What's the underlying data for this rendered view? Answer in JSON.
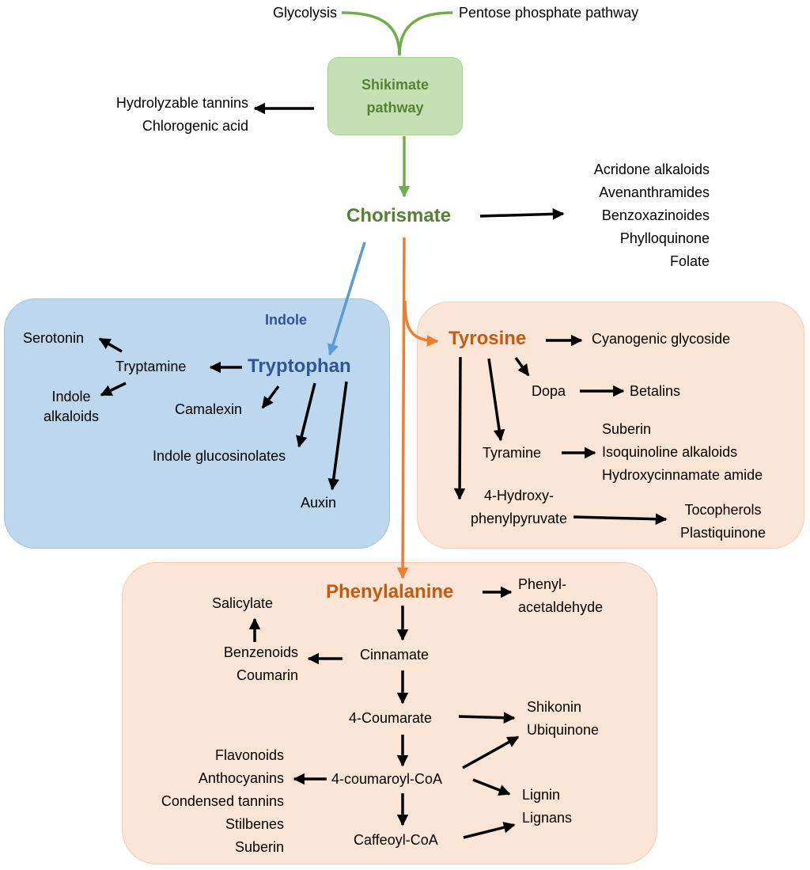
{
  "inputs": {
    "glycolysis": "Glycolysis",
    "pentose": "Pentose phosphate pathway"
  },
  "shikimate": {
    "line1": "Shikimate",
    "line2": "pathway",
    "side_products": [
      "Hydrolyzable tannins",
      "Chlorogenic acid"
    ]
  },
  "chorismate": {
    "label": "Chorismate",
    "products": [
      "Acridone alkaloids",
      "Avenanthramides",
      "Benzoxazinoides",
      "Phylloquinone",
      "Folate"
    ]
  },
  "tryptophan": {
    "label": "Tryptophan",
    "precursor": "Indole",
    "tryptamine": "Tryptamine",
    "serotonin": "Serotonin",
    "indole_alkaloids": [
      "Indole",
      "alkaloids"
    ],
    "camalexin": "Camalexin",
    "indole_glucosinolates": "Indole glucosinolates",
    "auxin": "Auxin"
  },
  "tyrosine": {
    "label": "Tyrosine",
    "cyanogenic": "Cyanogenic glycoside",
    "dopa": "Dopa",
    "betalins": "Betalins",
    "tyramine": "Tyramine",
    "tyramine_products": [
      "Suberin",
      "Isoquinoline alkaloids",
      "Hydroxycinnamate amide"
    ],
    "hpp": [
      "4-Hydroxy-",
      "phenylpyruvate"
    ],
    "hpp_products": [
      "Tocopherols",
      "Plastiquinone"
    ]
  },
  "phenylalanine": {
    "label": "Phenylalanine",
    "phenylacetaldehyde": [
      "Phenyl-",
      "acetaldehyde"
    ],
    "salicylate": "Salicylate",
    "benzenoids": [
      "Benzenoids",
      "Coumarin"
    ],
    "cinnamate": "Cinnamate",
    "coumarate": "4-Coumarate",
    "shikonin": [
      "Shikonin",
      "Ubiquinone"
    ],
    "coumaroyl_coa": "4-coumaroyl-CoA",
    "flavonoids": [
      "Flavonoids",
      "Anthocyanins",
      "Condensed tannins",
      "Stilbenes",
      "Suberin"
    ],
    "lignin": [
      "Lignin",
      "Lignans"
    ],
    "caffeoyl_coa": "Caffeoyl-CoA"
  },
  "colors": {
    "green": "#70AD47",
    "green_text": "#548235",
    "orange": "#ED7D31",
    "orange_text": "#C55A11",
    "blue": "#5B9BD5",
    "blue_text": "#2F5597",
    "black": "#000000"
  }
}
